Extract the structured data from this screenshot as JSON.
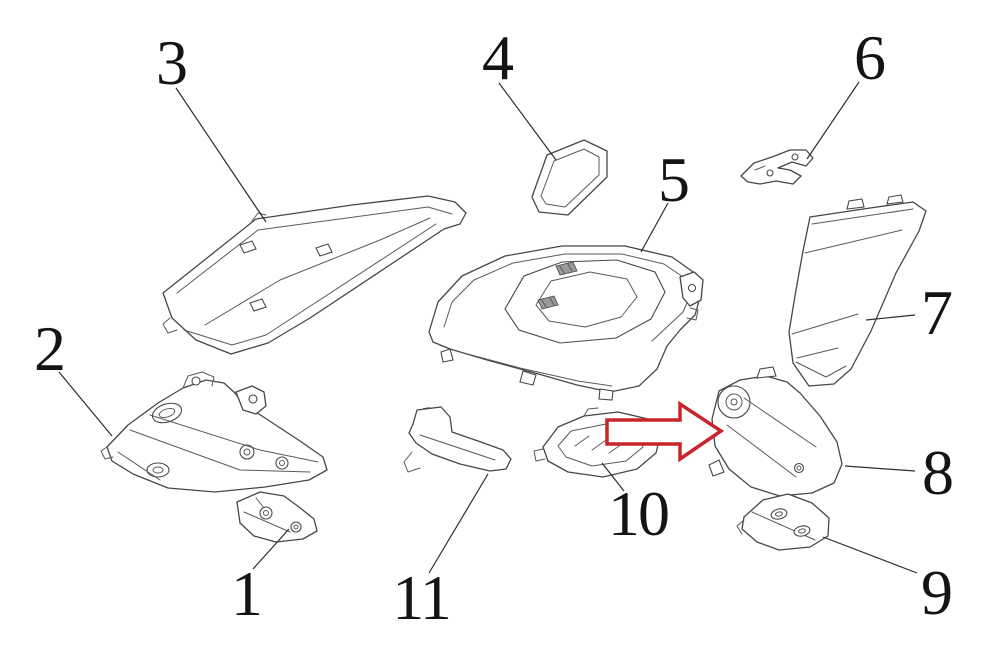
{
  "diagram": {
    "background_color": "#ffffff",
    "line_color": "#474747",
    "arrow_color": "#c9252b",
    "callouts": [
      {
        "label": "1"
      },
      {
        "label": "2"
      },
      {
        "label": "3"
      },
      {
        "label": "4"
      },
      {
        "label": "5"
      },
      {
        "label": "6"
      },
      {
        "label": "7"
      },
      {
        "label": "8"
      },
      {
        "label": "9"
      },
      {
        "label": "10"
      },
      {
        "label": "11"
      }
    ]
  }
}
